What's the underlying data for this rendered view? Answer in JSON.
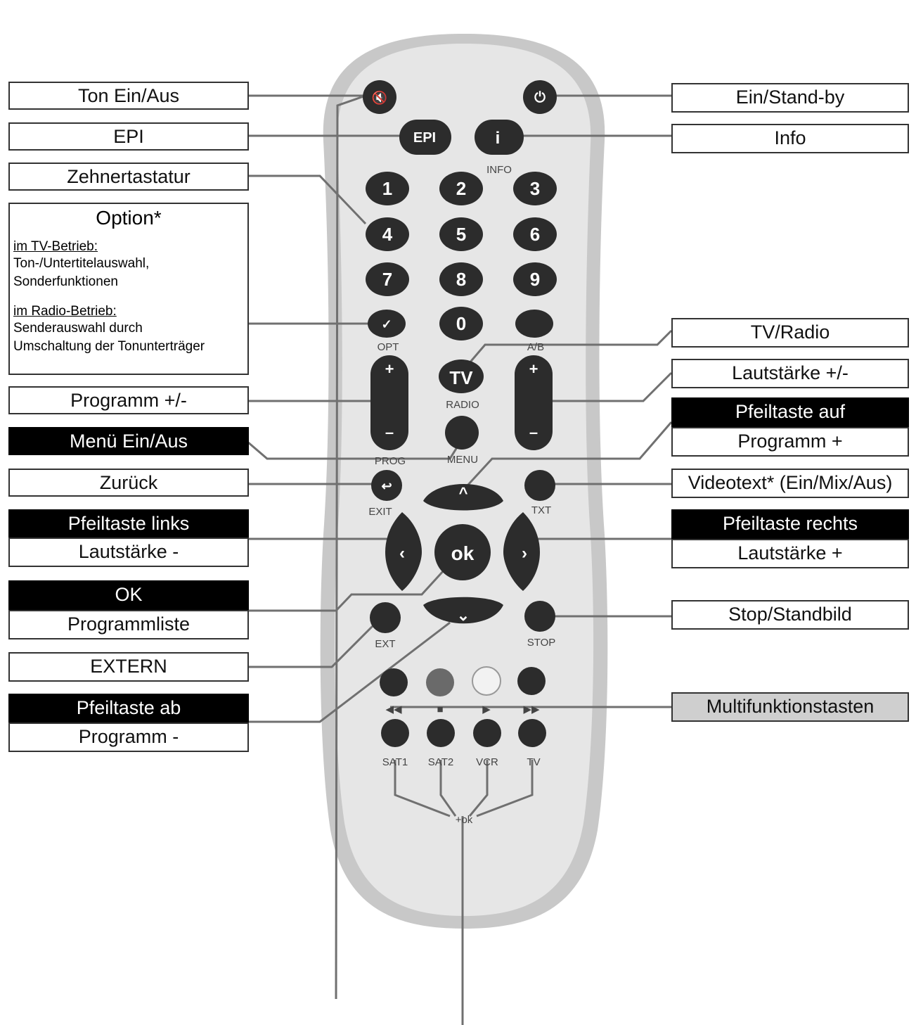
{
  "labels": {
    "ton": "Ton Ein/Aus",
    "epi": "EPI",
    "zehner": "Zehnertastatur",
    "programm": "Programm +/-",
    "menu": "Menü Ein/Aus",
    "zurueck": "Zurück",
    "pfeil_links": "Pfeiltaste links",
    "lautstaerke_minus": "Lautstärke -",
    "ok": "OK",
    "programmliste": "Programmliste",
    "extern": "EXTERN",
    "pfeil_ab": "Pfeiltaste ab",
    "programm_minus": "Programm -",
    "ein_standby": "Ein/Stand-by",
    "info": "Info",
    "tv_radio": "TV/Radio",
    "lautstaerke_pm": "Lautstärke +/-",
    "pfeil_auf": "Pfeiltaste auf",
    "programm_plus": "Programm +",
    "videotext": "Videotext* (Ein/Mix/Aus)",
    "pfeil_rechts": "Pfeiltaste rechts",
    "lautstaerke_plus": "Lautstärke +",
    "stop": "Stop/Standbild",
    "multi": "Multifunktionstasten"
  },
  "option": {
    "title": "Option*",
    "tv_heading": "im TV-Betrieb:",
    "tv_line1": "Ton-/Untertitelauswahl,",
    "tv_line2": "Sonderfunktionen",
    "radio_heading": "im Radio-Betrieb:",
    "radio_line1": "Senderauswahl durch",
    "radio_line2": "Umschaltung der Tonunterträger"
  },
  "remote": {
    "buttons": {
      "epi": "EPI",
      "info": "i",
      "tv": "TV",
      "ok": "ok",
      "digits": [
        "1",
        "2",
        "3",
        "4",
        "5",
        "6",
        "7",
        "8",
        "9",
        "0"
      ],
      "plus": "+",
      "minus": "–"
    },
    "captions": {
      "info": "INFO",
      "opt": "OPT",
      "ab": "A/B",
      "radio": "RADIO",
      "prog": "PROG",
      "menu": "MENU",
      "exit": "EXIT",
      "txt": "TXT",
      "ext": "EXT",
      "stop": "STOP",
      "sat1": "SAT1",
      "sat2": "SAT2",
      "vcr": "VCR",
      "tv": "TV",
      "plus_ok": "+ok"
    },
    "colors": {
      "body": "#e6e6e6",
      "rim": "#c8c8c8",
      "button": "#2c2c2c",
      "white_button": "#f2f2f2"
    }
  }
}
